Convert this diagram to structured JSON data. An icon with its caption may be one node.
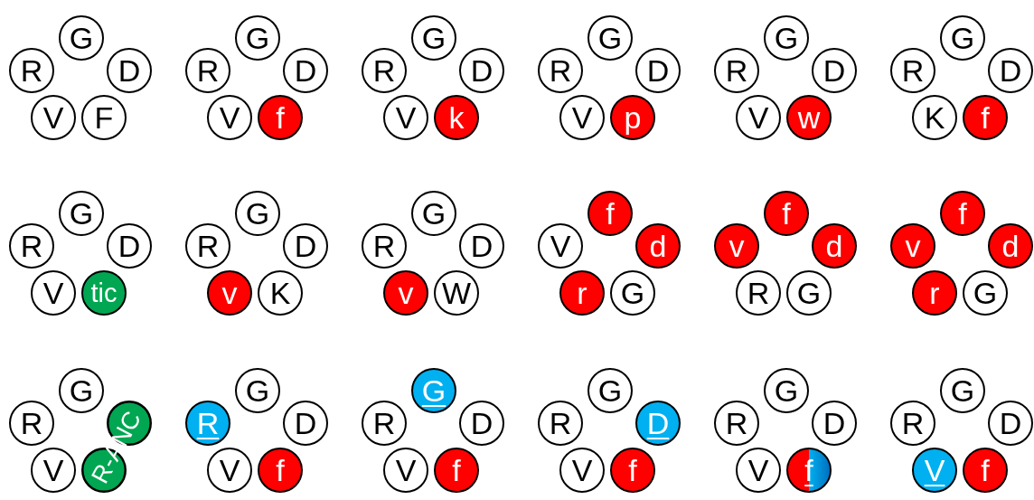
{
  "diagram": {
    "nodes": [
      {
        "text": [
          "G"
        ]
      },
      {
        "text": [
          "R"
        ]
      },
      {
        "text": [
          "D"
        ]
      },
      {
        "text": [
          "V"
        ]
      },
      {
        "text": [
          "F"
        ]
      },
      {
        "text": [
          "G"
        ]
      },
      {
        "text": [
          "R"
        ]
      },
      {
        "text": [
          "D"
        ]
      },
      {
        "text": [
          "V"
        ]
      },
      {
        "text": [
          "f"
        ]
      },
      {
        "text": [
          "G"
        ]
      },
      {
        "text": [
          "R"
        ]
      },
      {
        "text": [
          "D"
        ]
      },
      {
        "text": [
          "V"
        ]
      },
      {
        "text": [
          "k"
        ]
      },
      {
        "text": [
          "G"
        ]
      },
      {
        "text": [
          "R"
        ]
      },
      {
        "text": [
          "D"
        ]
      },
      {
        "text": [
          "V"
        ]
      },
      {
        "text": [
          "p"
        ]
      },
      {
        "text": [
          "G"
        ]
      },
      {
        "text": [
          "R"
        ]
      },
      {
        "text": [
          "D"
        ]
      },
      {
        "text": [
          "V"
        ]
      },
      {
        "text": [
          "w"
        ]
      },
      {
        "text": [
          "G"
        ]
      },
      {
        "text": [
          "R"
        ]
      },
      {
        "text": [
          "D"
        ]
      },
      {
        "text": [
          "K"
        ]
      },
      {
        "text": [
          "f"
        ]
      },
      {
        "text": [
          "G"
        ]
      },
      {
        "text": [
          "R"
        ]
      },
      {
        "text": [
          "D"
        ]
      },
      {
        "text": [
          "V"
        ]
      },
      {
        "text": [
          "tic"
        ]
      },
      {
        "text": [
          "G"
        ]
      },
      {
        "text": [
          "R"
        ]
      },
      {
        "text": [
          "D"
        ]
      },
      {
        "text": [
          "v"
        ]
      },
      {
        "text": [
          "K"
        ]
      },
      {
        "text": [
          "G"
        ]
      },
      {
        "text": [
          "R"
        ]
      },
      {
        "text": [
          "D"
        ]
      },
      {
        "text": [
          "v"
        ]
      },
      {
        "text": [
          "W"
        ]
      },
      {
        "text": [
          "f"
        ]
      },
      {
        "text": [
          "V"
        ]
      },
      {
        "text": [
          "d"
        ]
      },
      {
        "text": [
          "r"
        ]
      },
      {
        "text": [
          "G"
        ]
      },
      {
        "text": [
          "f"
        ]
      },
      {
        "text": [
          "v"
        ]
      },
      {
        "text": [
          "d"
        ]
      },
      {
        "text": [
          "R"
        ]
      },
      {
        "text": [
          "G"
        ]
      },
      {
        "text": [
          "f"
        ]
      },
      {
        "text": [
          "v"
        ]
      },
      {
        "text": [
          "d"
        ]
      },
      {
        "text": [
          "r"
        ]
      },
      {
        "text": [
          "G"
        ]
      },
      {
        "text": [
          "G"
        ]
      },
      {
        "text": [
          "R"
        ]
      },
      {
        "text": [
          "R-ANC"
        ]
      },
      {
        "text": [
          "V"
        ]
      },
      {
        "text": [
          "G"
        ]
      },
      {
        "text": [
          "R"
        ]
      },
      {
        "text": [
          "D"
        ]
      },
      {
        "text": [
          "V"
        ]
      },
      {
        "text": [
          "f"
        ]
      },
      {
        "text": [
          "G"
        ]
      },
      {
        "text": [
          "R"
        ]
      },
      {
        "text": [
          "D"
        ]
      },
      {
        "text": [
          "V"
        ]
      },
      {
        "text": [
          "f"
        ]
      },
      {
        "text": [
          "G"
        ]
      },
      {
        "text": [
          "R"
        ]
      },
      {
        "text": [
          "D"
        ]
      },
      {
        "text": [
          "V"
        ]
      },
      {
        "text": [
          "f"
        ]
      },
      {
        "text": [
          "G"
        ]
      },
      {
        "text": [
          "R"
        ]
      },
      {
        "text": [
          "D"
        ]
      },
      {
        "text": [
          "V"
        ]
      },
      {
        "text": [
          "f"
        ]
      },
      {
        "text": [
          "G"
        ]
      },
      {
        "text": [
          "R"
        ]
      },
      {
        "text": [
          "D"
        ]
      },
      {
        "text": [
          "V"
        ]
      },
      {
        "text": [
          "f"
        ]
      }
    ]
  }
}
